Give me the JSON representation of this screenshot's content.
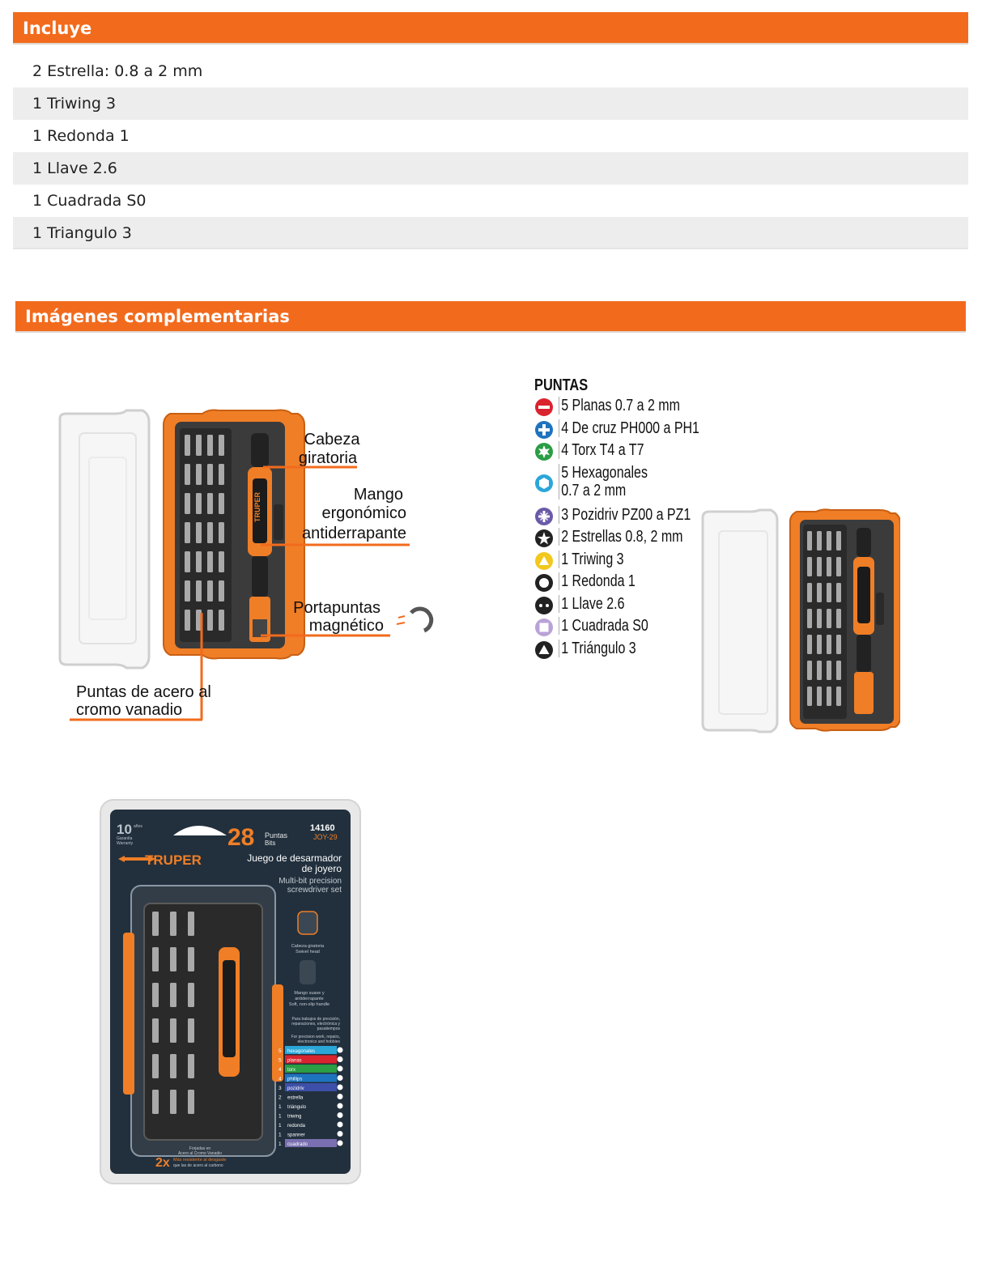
{
  "incluye": {
    "title": "Incluye",
    "items": [
      "2 Estrella: 0.8 a 2 mm",
      "1 Triwing 3",
      "1 Redonda 1",
      "1 Llave 2.6",
      "1 Cuadrada S0",
      "1 Triangulo 3"
    ]
  },
  "imagenes": {
    "title": "Imágenes complementarias"
  },
  "figure1": {
    "callouts": {
      "cabeza": [
        "Cabeza",
        "giratoria"
      ],
      "mango": [
        "Mango",
        "ergonómico",
        "antiderrapante"
      ],
      "portapuntas": [
        "Portapuntas",
        "magnético"
      ],
      "puntas_acero": [
        "Puntas de acero al",
        "cromo vanadio"
      ]
    },
    "brand": "TRUPER"
  },
  "figure2": {
    "title": "PUNTAS",
    "items": [
      {
        "icon": "slotted-icon",
        "color": "#d9232e",
        "label": "5 Planas 0.7 a 2 mm"
      },
      {
        "icon": "phillips-icon",
        "color": "#1e73be",
        "label": "4 De cruz PH000 a PH1"
      },
      {
        "icon": "torx-icon",
        "color": "#2a9d45",
        "label": "4 Torx T4 a T7"
      },
      {
        "icon": "hex-icon",
        "color": "#2aa6d9",
        "label": "5 Hexagonales",
        "label2": "0.7 a 2 mm"
      },
      {
        "icon": "pozidriv-icon",
        "color": "#6a5aa8",
        "label": "3 Pozidriv PZ00 a PZ1"
      },
      {
        "icon": "star-icon",
        "color": "#222222",
        "label": "2 Estrellas 0.8, 2 mm"
      },
      {
        "icon": "triwing-icon",
        "color": "#f2c81e",
        "label": "1 Triwing 3"
      },
      {
        "icon": "round-icon",
        "color": "#222222",
        "label": "1 Redonda 1"
      },
      {
        "icon": "spanner-icon",
        "color": "#222222",
        "label": "1 Llave 2.6"
      },
      {
        "icon": "square-icon",
        "color": "#b9a3d6",
        "label": "1 Cuadrada S0"
      },
      {
        "icon": "triangle-icon",
        "color": "#222222",
        "label": "1 Triángulo 3"
      }
    ]
  },
  "package": {
    "warranty_years": "10",
    "warranty_unit": "años",
    "warranty_label": "Garantía",
    "warranty_label_en": "Warranty",
    "brand": "TRUPER",
    "count": "28",
    "count_label": "Puntas",
    "count_label_en": "Bits",
    "code": "14160",
    "model": "JOY-29",
    "title_es_1": "Juego de desarmador",
    "title_es_2": "de joyero",
    "title_en_1": "Multi-bit precision",
    "title_en_2": "screwdriver set",
    "feature1_es": "Cabeza giratoria",
    "feature1_en": "Swivel head",
    "feature2_es_1": "Mango suave y",
    "feature2_es_2": "antiderrapante",
    "feature2_en": "Soft, non-slip handle",
    "use_es_1": "Para trabajos de precisión,",
    "use_es_2": "reparaciones, electrónica y",
    "use_es_3": "pasatiempos",
    "use_en_1": "For precision work, repairs,",
    "use_en_2": "electronics and hobbies",
    "legend": [
      {
        "n": "5",
        "label": "hexagonales",
        "color": "#2aa6d9"
      },
      {
        "n": "5",
        "label": "planas",
        "color": "#d9232e"
      },
      {
        "n": "4",
        "label": "torx",
        "color": "#2a9d45"
      },
      {
        "n": "4",
        "label": "phillips",
        "color": "#1e73be"
      },
      {
        "n": "3",
        "label": "pozidriv",
        "color": "#3d4fa8"
      },
      {
        "n": "2",
        "label": "estrella",
        "color": ""
      },
      {
        "n": "1",
        "label": "triángulo",
        "color": ""
      },
      {
        "n": "1",
        "label": "triwing",
        "color": ""
      },
      {
        "n": "1",
        "label": "redonda",
        "color": ""
      },
      {
        "n": "1",
        "label": "spanner",
        "color": ""
      },
      {
        "n": "1",
        "label": "cuadrado",
        "color": "#7a6fb0"
      }
    ],
    "forged_1": "Forjadas en",
    "forged_2": "Acero al Cromo Vanadio",
    "strength_mult": "2x",
    "strength_1": "Más resistente al desgaste",
    "strength_2": "que las de acero al carbono"
  },
  "colors": {
    "accent": "#f26b1d",
    "package_bg": "#22303d"
  }
}
